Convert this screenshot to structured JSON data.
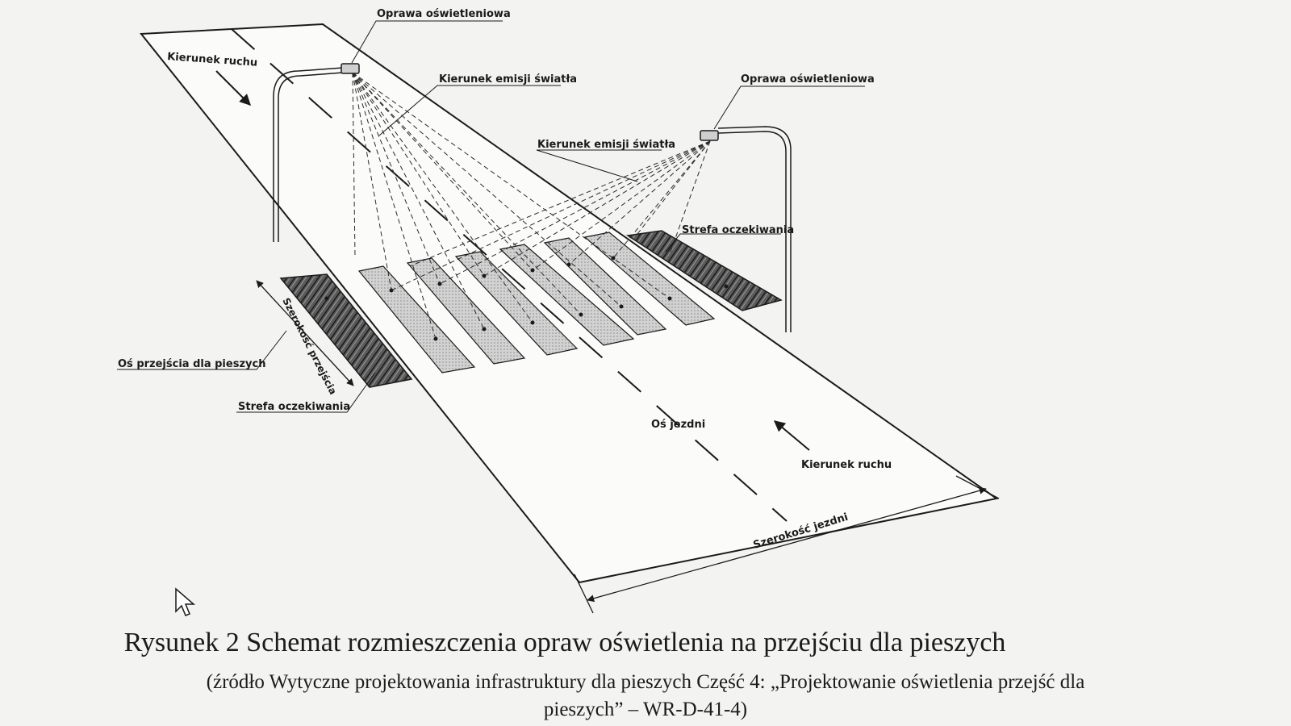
{
  "labels": {
    "luminaire_top": "Oprawa oświetleniowa",
    "luminaire_right": "Oprawa oświetleniowa",
    "traffic_dir_top": "Kierunek ruchu",
    "traffic_dir_bottom": "Kierunek ruchu",
    "light_dir_left": "Kierunek emisji światła",
    "light_dir_right": "Kierunek emisji światła",
    "waiting_zone_right": "Strefa oczekiwania",
    "waiting_zone_left": "Strefa oczekiwania",
    "crossing_axis": "Oś przejścia dla pieszych",
    "crossing_width": "Szerokość przejścia",
    "road_axis": "Oś jezdni",
    "road_width": "Szerokość jezdni"
  },
  "caption": {
    "title": "Rysunek 2 Schemat rozmieszczenia opraw oświetlenia na przejściu dla pieszych",
    "source_line1": "(źródło Wytyczne projektowania infrastruktury dla pieszych Część 4: „Projektowanie oświetlenia przejść dla",
    "source_line2": "pieszych” – WR-D-41-4)"
  },
  "colors": {
    "background": "#f3f3f2",
    "line": "#1a1a1a",
    "stripe_fill": "#c9c9c9",
    "waiting_zone_fill": "#4a4a4a"
  }
}
